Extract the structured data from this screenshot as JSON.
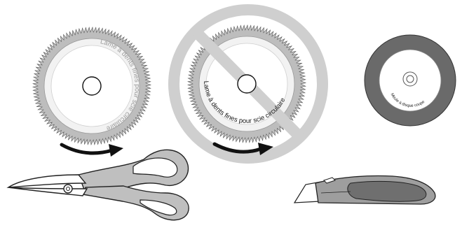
{
  "figure": {
    "blade_left": {
      "label": "Lame à dents fines pour scie circulaire",
      "text_color": "#9a9a9a",
      "state": "allowed"
    },
    "blade_right": {
      "label": "Lame à dents fines pour scie circulaire",
      "text_color": "#1a1a1a",
      "state": "prohibited",
      "prohibition_color": "#cfcfcf"
    },
    "grinding_wheel": {
      "label": "Meule à disque coupe",
      "outer_color": "#6a6a6a"
    },
    "rotation_arrows": {
      "count": 2,
      "color": "#111111"
    },
    "tools": [
      "tin-snips",
      "utility-knife"
    ],
    "colors": {
      "blade_teeth": "#bdbdbd",
      "blade_face": "#ffffff",
      "line": "#1a1a1a",
      "handle_grey": "#bfbfbf",
      "knife_grey": "#9e9e9e"
    }
  }
}
